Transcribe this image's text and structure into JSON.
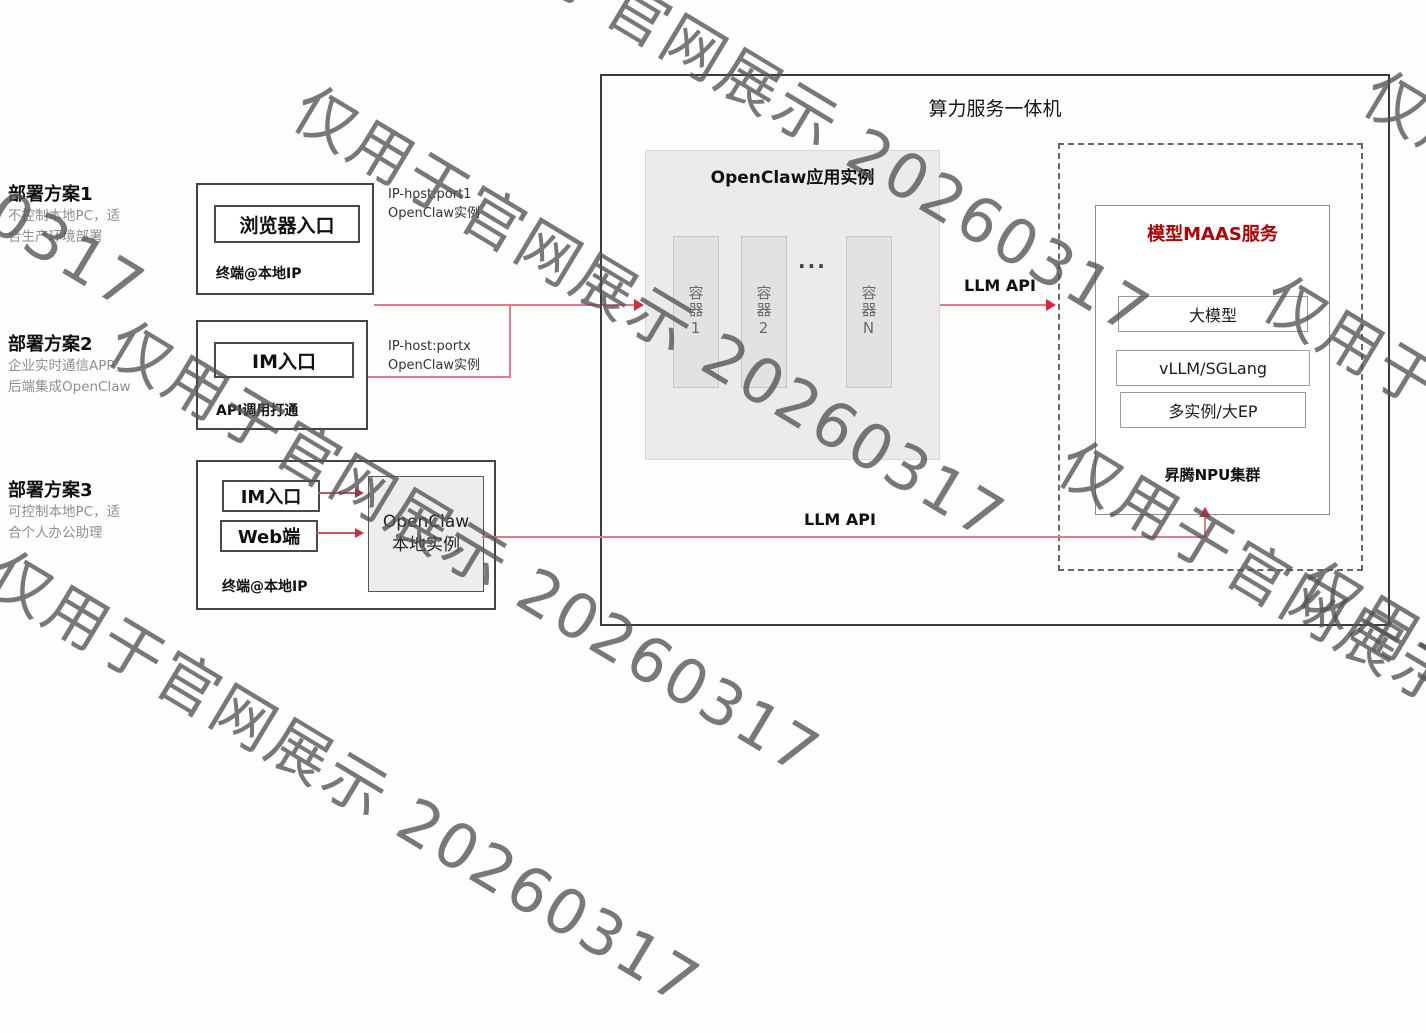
{
  "watermark": {
    "text": "仅用于官网展示 20260317",
    "color": "#525252"
  },
  "colors": {
    "maas_title_red": "#b30000",
    "arrow_line": "#e07b87",
    "arrow_head": "#d42a3c"
  },
  "schemes": [
    {
      "title": "部署方案1",
      "desc1": "不控制本地PC，适",
      "desc2": "合生产环境部署",
      "entry": "浏览器入口",
      "footer": "终端@本地IP",
      "conn1": "IP-host:port1",
      "conn2": "OpenClaw实例"
    },
    {
      "title": "部署方案2",
      "desc1": "企业实时通信APP，",
      "desc2": "后端集成OpenClaw",
      "entry": "IM入口",
      "footer": "API调用打通",
      "conn1": "IP-host:portx",
      "conn2": "OpenClaw实例"
    },
    {
      "title": "部署方案3",
      "desc1": "可控制本地PC，适",
      "desc2": "合个人办公助理",
      "entry1": "IM入口",
      "entry2": "Web端",
      "local1": "OpenClaw",
      "local2": "本地实例",
      "footer": "终端@本地IP"
    }
  ],
  "server": {
    "title": "算力服务一体机",
    "llm_api_top": "LLM API",
    "llm_api_bottom": "LLM API",
    "app": {
      "title": "OpenClaw应用实例",
      "containers": [
        "容器1",
        "容器2",
        "容器N"
      ],
      "ellipsis": "..."
    },
    "maas": {
      "title": "模型MAAS服务",
      "items": [
        "大模型",
        "vLLM/SGLang",
        "多实例/大EP"
      ],
      "footer": "昇腾NPU集群"
    }
  }
}
